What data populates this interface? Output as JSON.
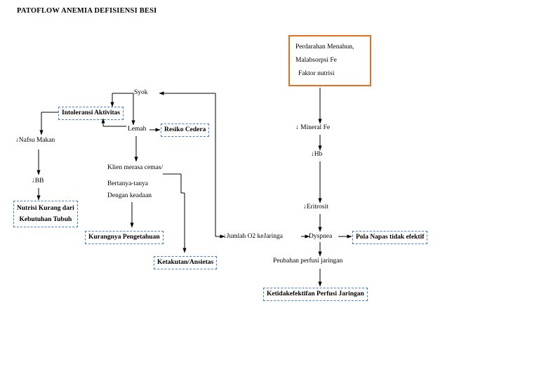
{
  "title": "PATOFLOW ANEMIA DEFISIENSI BESI",
  "colors": {
    "dashed_border": "#3f7fd0",
    "solid_border": "#e2711d",
    "arrow": "#000000",
    "text": "#000000"
  },
  "nodes": {
    "source_box": {
      "lines": [
        "Perdarahan Menahun,",
        "Malabsorpsi Fe",
        "Faktor nutrisi"
      ],
      "style": "solid-orange-box"
    },
    "syok": {
      "label": "Syok",
      "style": "plain"
    },
    "intoleransi_aktivitas": {
      "label": "Intoleransi Aktivitas",
      "style": "dashed"
    },
    "lemah": {
      "label": "Lemah",
      "style": "plain"
    },
    "resiko_cedera": {
      "label": "Resiko Cedera",
      "style": "dashed"
    },
    "nafsu_makan": {
      "label": "↓Nafsu Makan",
      "style": "plain"
    },
    "bb": {
      "label": "↓BB",
      "style": "plain"
    },
    "nutrisi_kurang": {
      "line1": "Nutrisi Kurang dari",
      "line2": "Kebutuhan Tubuh",
      "style": "dashed"
    },
    "klien_cemas": {
      "label": "Klien merasa cemas/",
      "style": "plain"
    },
    "bertanya": {
      "label": "Bertanya-tanya",
      "style": "plain"
    },
    "dengan_keadaan": {
      "label": "Dengan keadaan",
      "style": "plain"
    },
    "kurangnya_pengetahuan": {
      "label": "Kurangnya Pengetahuan",
      "style": "dashed"
    },
    "ketakutan_ansietas": {
      "label": "Ketakutan/Ansietas",
      "style": "dashed"
    },
    "mineral_fe": {
      "label": "↓ Mineral Fe",
      "style": "plain"
    },
    "hb": {
      "label": "↓Hb",
      "style": "plain"
    },
    "eritrosit": {
      "label": "↓Eritrosit",
      "style": "plain"
    },
    "jumlah_o2": {
      "label": "↓Jumlah O2 keJaringa",
      "style": "plain"
    },
    "dyspnea": {
      "label": "Dyspnea",
      "style": "plain"
    },
    "pola_napas": {
      "label": "Pola Napas tidak efektif",
      "style": "dashed"
    },
    "perubahan_perfusi": {
      "label": "Peubahan perfusi jaringan",
      "style": "plain"
    },
    "ketidakefektifan": {
      "label": "Ketidakefektifan Perfusi Jaringan",
      "style": "dashed"
    }
  }
}
